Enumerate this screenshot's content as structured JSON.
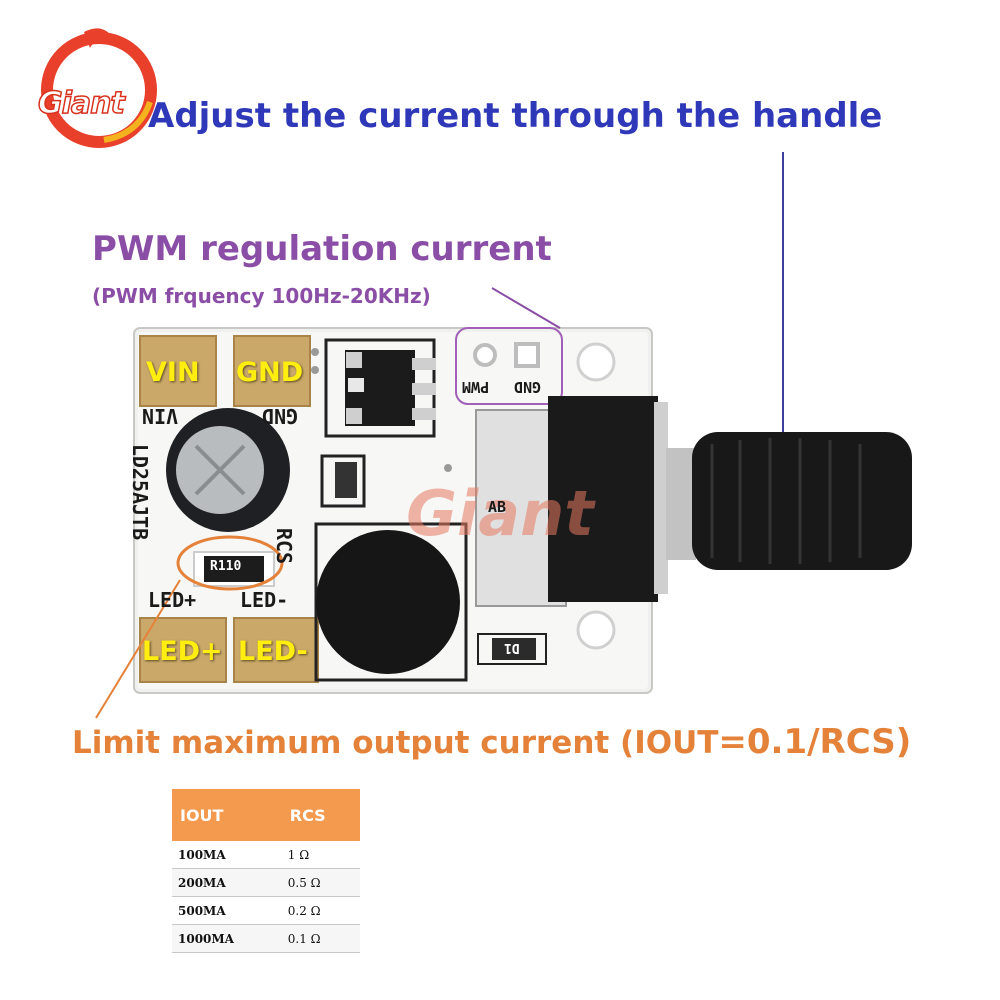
{
  "logo": {
    "text": "Giant"
  },
  "headline": "Adjust the current through the handle",
  "pwm": {
    "title": "PWM regulation current",
    "subtitle": "(PWM frquency 100Hz-20KHz)"
  },
  "board": {
    "pads": {
      "vin": "VIN",
      "gnd": "GND",
      "led_plus": "LED+",
      "led_minus": "LED-"
    },
    "silkscreen": {
      "vin": "VIN",
      "gnd": "GND",
      "model": "LD25AJTB",
      "rcs": "RCS",
      "led_plus": "LED+",
      "led_minus": "LED-",
      "pwm": "PWM",
      "gnd_small": "GND",
      "pot_ab": "AB",
      "resistor": "R110",
      "diode": "D1"
    },
    "watermark": "Giant"
  },
  "limit": {
    "prefix": "Limit maximum output current (",
    "i_label": "IOUT",
    "formula": "=0.1/RCS)"
  },
  "table": {
    "headers": [
      "IOUT",
      "RCS"
    ],
    "rows": [
      {
        "current": "100MA",
        "rcs": "1 Ω"
      },
      {
        "current": "200MA",
        "rcs": "0.5 Ω"
      },
      {
        "current": "500MA",
        "rcs": "0.2 Ω"
      },
      {
        "current": "1000MA",
        "rcs": "0.1 Ω"
      }
    ]
  },
  "colors": {
    "headline": "#2e38b8",
    "pwm": "#8b4ea6",
    "limit": "#e4823a",
    "table_header": "#f39a4e",
    "pad_label": "#ffee10"
  }
}
